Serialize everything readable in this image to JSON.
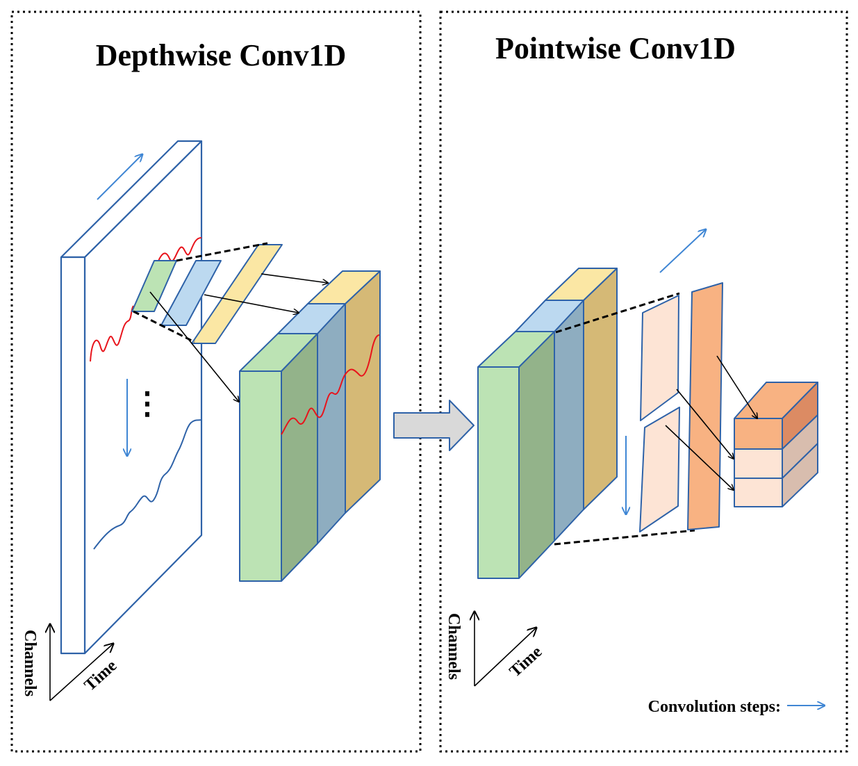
{
  "left_panel": {
    "title": "Depthwise Conv1D",
    "axis": {
      "vertical": "Channels",
      "diagonal": "Time"
    },
    "ellipsis": "⋮"
  },
  "right_panel": {
    "title": "Pointwise Conv1D",
    "axis": {
      "vertical": "Channels",
      "diagonal": "Time"
    },
    "legend": {
      "label": "Convolution steps:"
    }
  },
  "colors": {
    "outline": "#2e62a8",
    "step_arrow": "#3f86d4",
    "signal_red": "#e8141c",
    "green": "#bce3b4",
    "green_dark": "#93b38a",
    "blue": "#bcd9f0",
    "blue_dark": "#8eadc0",
    "yellow": "#fbe7a4",
    "yellow_dark": "#d5b976",
    "peach": "#fde4d5",
    "orange": "#f8b282",
    "orange_dark": "#dc8b63",
    "peach_dark": "#d8bdae",
    "transition_arrow": "#d9d9d9"
  }
}
